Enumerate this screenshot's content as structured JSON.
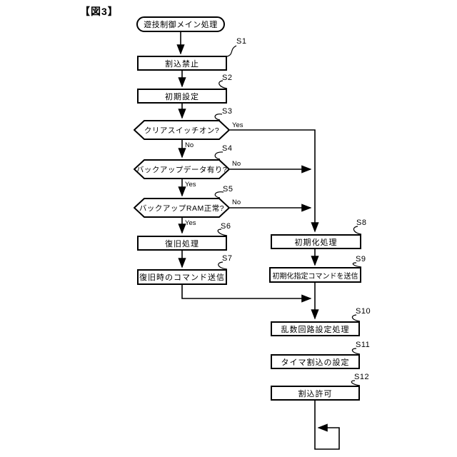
{
  "figure": {
    "title": "【図3】"
  },
  "flow": {
    "start": {
      "text": "遊技制御メイン処理",
      "type": "terminal"
    },
    "steps": [
      {
        "id": "S1",
        "text": "割込禁止",
        "type": "process"
      },
      {
        "id": "S2",
        "text": "初期設定",
        "type": "process"
      },
      {
        "id": "S3",
        "text": "クリアスイッチオン?",
        "type": "decision"
      },
      {
        "id": "S4",
        "text": "バックアップデータ有り?",
        "type": "decision"
      },
      {
        "id": "S5",
        "text": "バックアップRAM正常?",
        "type": "decision"
      },
      {
        "id": "S6",
        "text": "復旧処理",
        "type": "process"
      },
      {
        "id": "S7",
        "text": "復旧時のコマンド送信",
        "type": "process"
      },
      {
        "id": "S8",
        "text": "初期化処理",
        "type": "process"
      },
      {
        "id": "S9",
        "text": "初期化指定コマンドを送信",
        "type": "process"
      },
      {
        "id": "S10",
        "text": "乱数回路設定処理",
        "type": "process"
      },
      {
        "id": "S11",
        "text": "タイマ割込の設定",
        "type": "process"
      },
      {
        "id": "S12",
        "text": "割込許可",
        "type": "process"
      }
    ],
    "branches": {
      "s3_yes": "Yes",
      "s3_no": "No",
      "s4_yes": "Yes",
      "s4_no": "No",
      "s5_yes": "Yes",
      "s5_no": "No"
    },
    "colors": {
      "line": "#000000",
      "background": "#ffffff"
    }
  }
}
